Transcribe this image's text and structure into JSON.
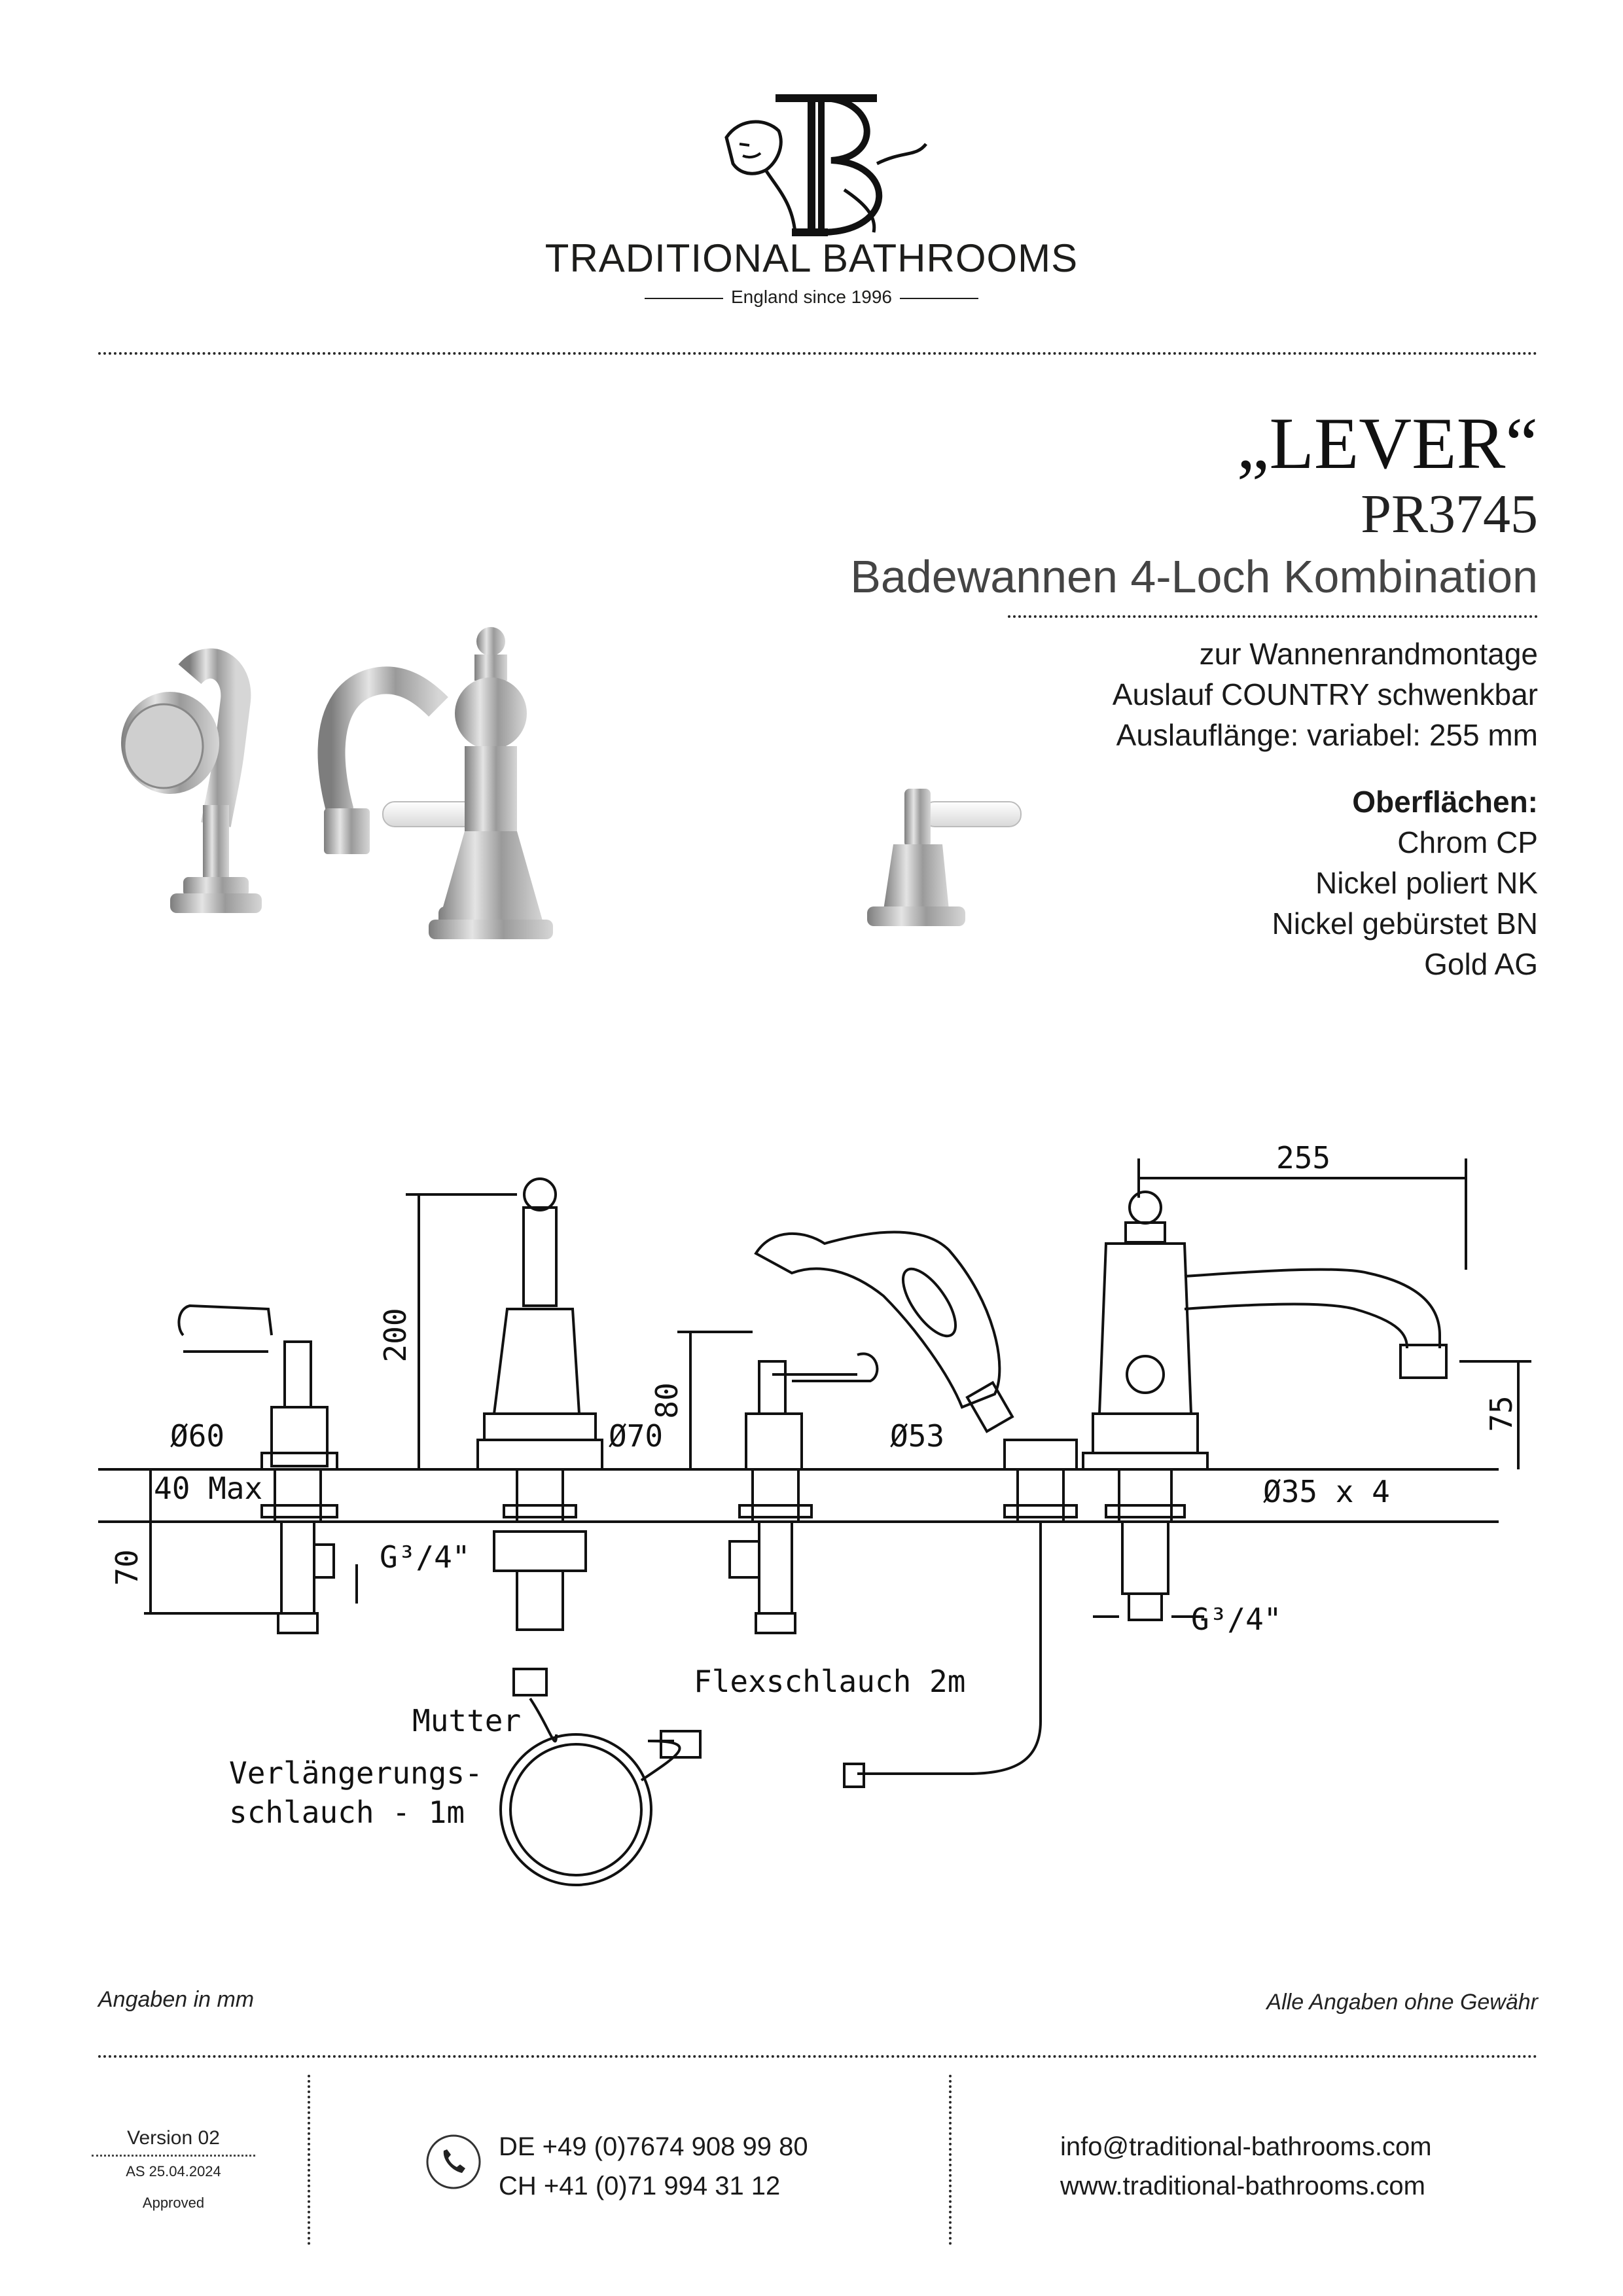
{
  "brand": {
    "name": "TRADITIONAL BATHROOMS",
    "tagline": "England since 1996",
    "logo_icon": "lion-tb-monogram-logo"
  },
  "product": {
    "name": "„LEVER“",
    "code": "PR3745",
    "description": "Badewannen 4-Loch Kombination"
  },
  "specs": {
    "lines": [
      "zur Wannenrandmontage",
      "Auslauf COUNTRY schwenkbar",
      "Auslauflänge: variabel: 255 mm"
    ],
    "finish_heading": "Oberflächen:",
    "finishes": [
      "Chrom CP",
      "Nickel poliert NK",
      "Nickel gebürstet BN",
      "Gold AG"
    ]
  },
  "drawing": {
    "dim_255": "255",
    "dim_200": "200",
    "dim_80": "80",
    "dim_75": "75",
    "dim_70": "70",
    "dim_d60": "Ø60",
    "dim_d70": "Ø70",
    "dim_d53": "Ø53",
    "dim_d35": "Ø35 x 4",
    "dim_40max": "40 Max",
    "thread": "G³/4\"",
    "thread2": "G³/4\"",
    "flexhose": "Flexschlauch 2m",
    "nut": "Mutter",
    "extension_1": "Verlängerungs-",
    "extension_2": "schlauch - 1m"
  },
  "footer": {
    "units_note": "Angaben in mm",
    "disclaimer": "Alle Angaben ohne Gewähr",
    "version": "Version 02",
    "version_date": "AS 25.04.2024",
    "approved": "Approved",
    "phone_de": "DE +49 (0)7674 908 99 80",
    "phone_ch": "CH +41 (0)71 994 31 12",
    "email": "info@traditional-bathrooms.com",
    "website": "www.traditional-bathrooms.com",
    "phone_icon": "phone-icon"
  }
}
